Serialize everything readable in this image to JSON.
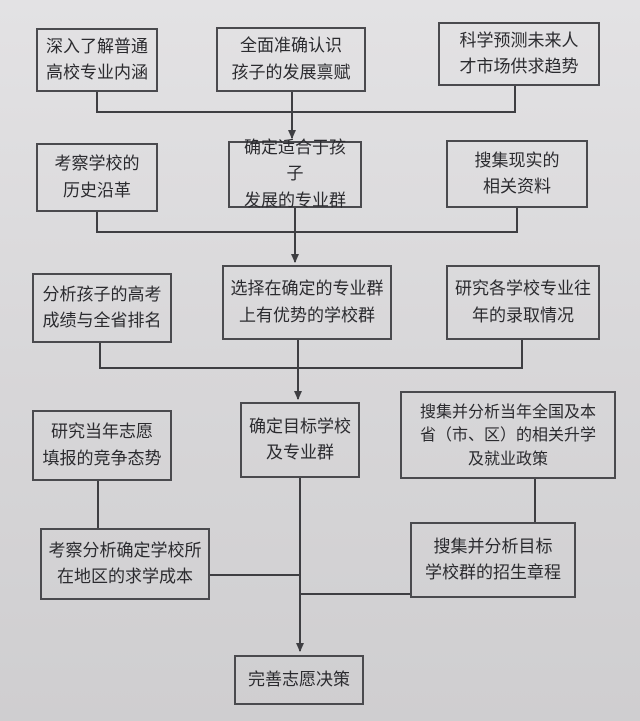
{
  "boxes": {
    "b1": [
      "深入了解普通",
      "高校专业内涵"
    ],
    "b2": [
      "全面准确认识",
      "孩子的发展禀赋"
    ],
    "b3": [
      "科学预测未来人",
      "才市场供求趋势"
    ],
    "b4": [
      "考察学校的",
      "历史沿革"
    ],
    "b5": [
      "确定适合于孩子",
      "发展的专业群"
    ],
    "b6": [
      "搜集现实的",
      "相关资料"
    ],
    "b7": [
      "分析孩子的高考",
      "成绩与全省排名"
    ],
    "b8": [
      "选择在确定的专业群",
      "上有优势的学校群"
    ],
    "b9": [
      "研究各学校专业往",
      "年的录取情况"
    ],
    "b10": [
      "研究当年志愿",
      "填报的竞争态势"
    ],
    "b11": [
      "确定目标学校",
      "及专业群"
    ],
    "b12": [
      "搜集并分析当年全国及本",
      "省（市、区）的相关升学",
      "及就业政策"
    ],
    "b13": [
      "考察分析确定学校所",
      "在地区的求学成本"
    ],
    "b14": [
      "搜集并分析目标",
      "学校群的招生章程"
    ],
    "b15": [
      "完善志愿决策"
    ]
  }
}
